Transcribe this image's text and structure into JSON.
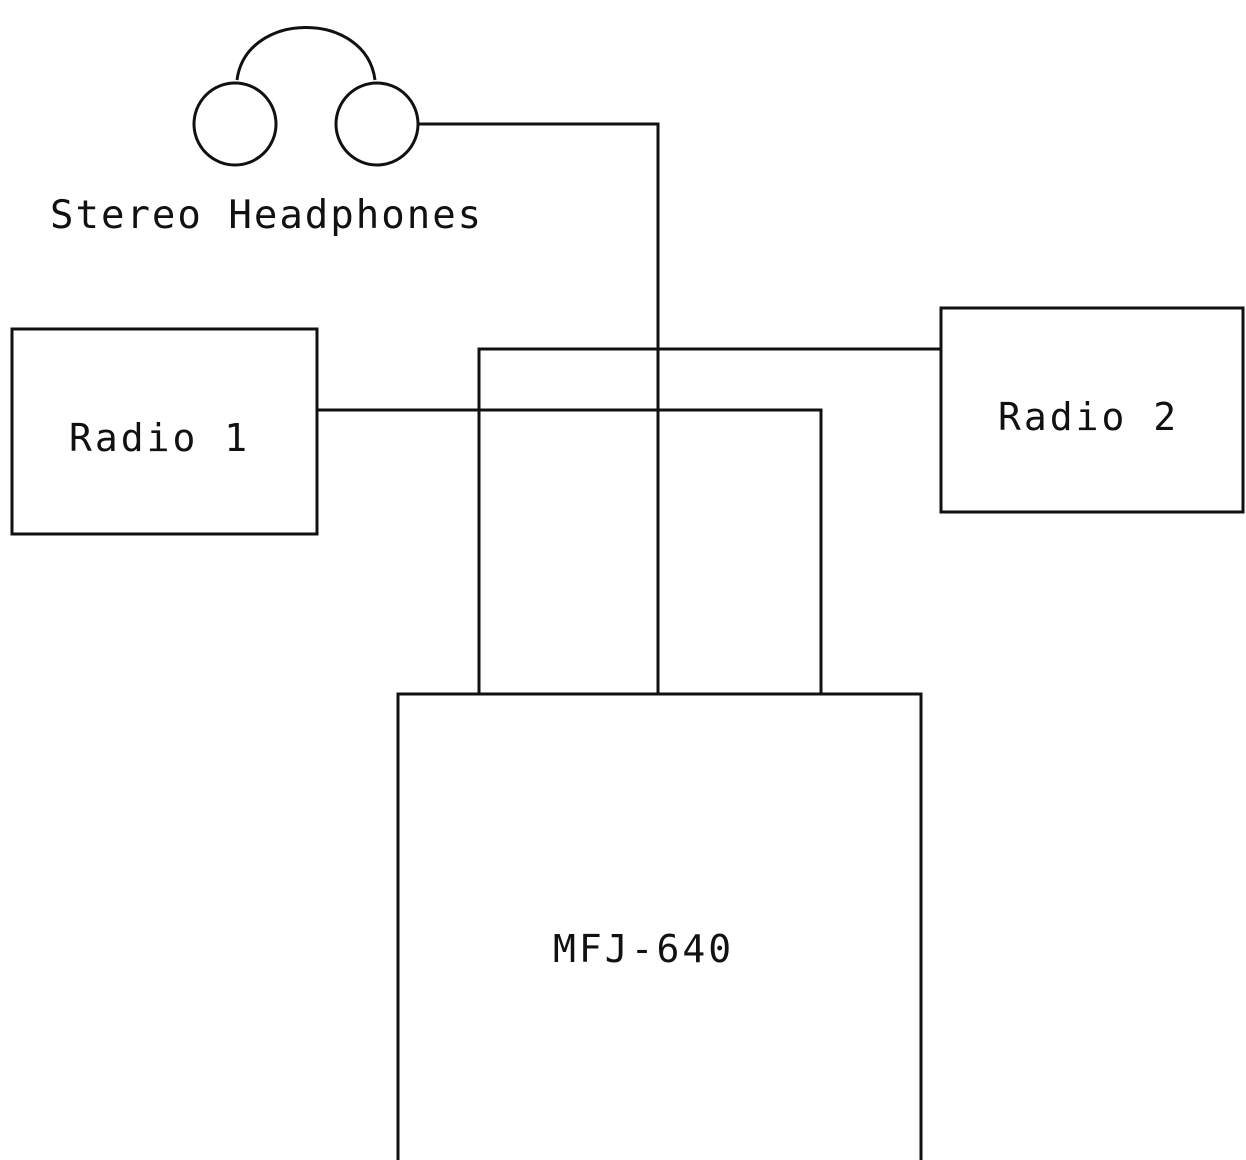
{
  "diagram": {
    "headphones_label": "Stereo Headphones",
    "radio1_label": "Radio 1",
    "radio2_label": "Radio 2",
    "switch_label": "MFJ-640",
    "line_color": "#111111",
    "background": "#ffffff"
  }
}
